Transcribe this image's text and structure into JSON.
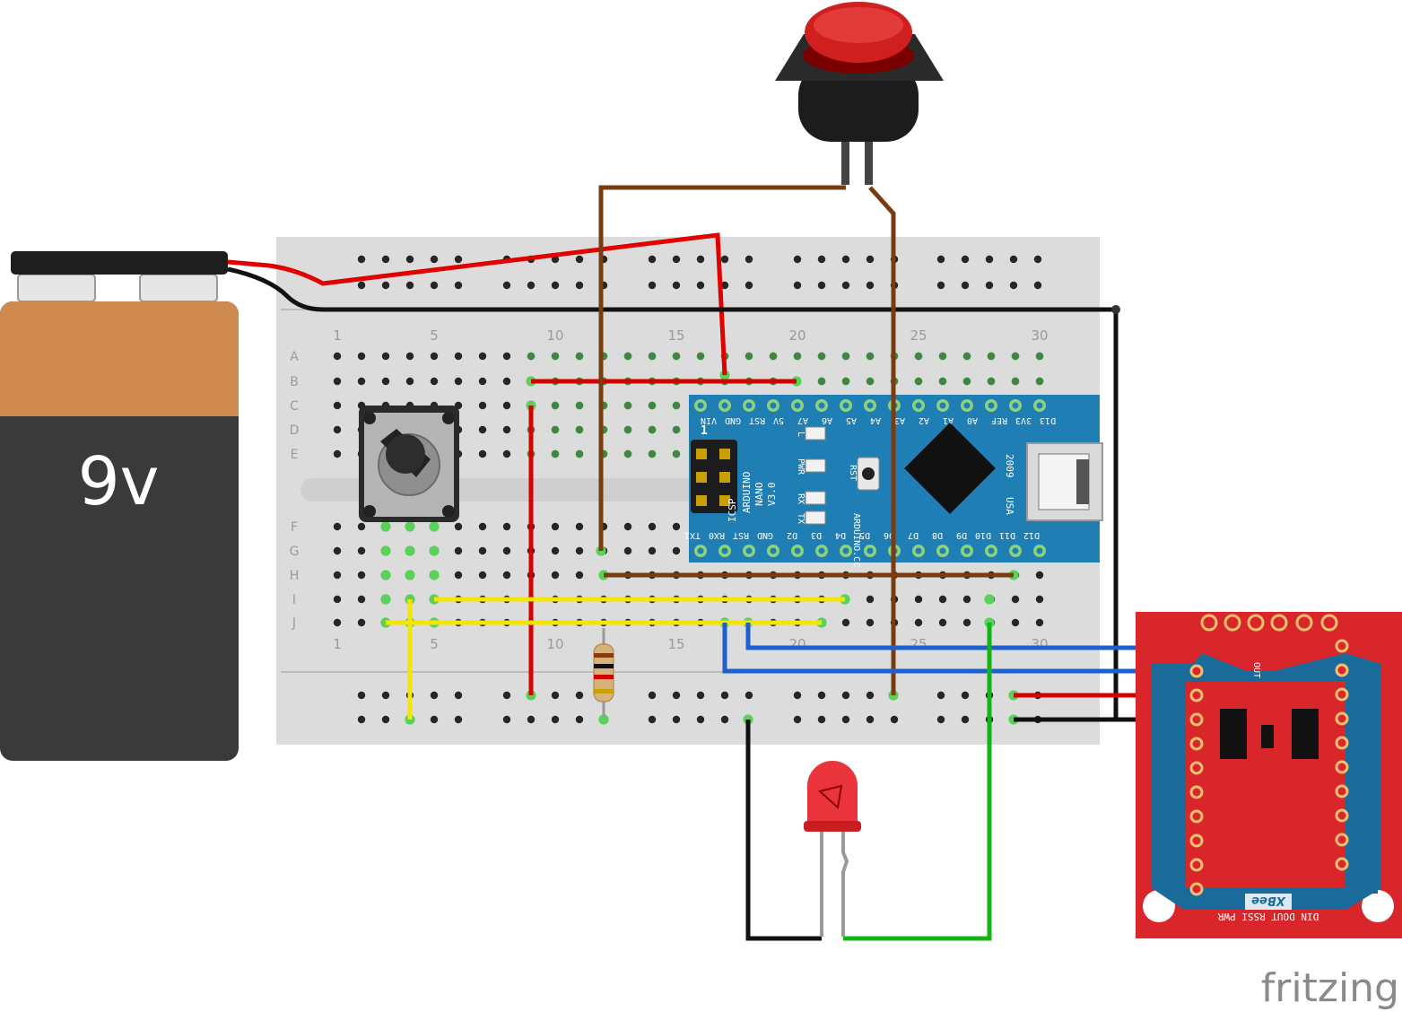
{
  "battery": {
    "label": "9v",
    "body_color": "#3a3a3a",
    "top_color": "#cf8a4f"
  },
  "breadboard": {
    "column_numbers": [
      "1",
      "5",
      "10",
      "15",
      "20",
      "25",
      "30"
    ],
    "row_letters_top": [
      "A",
      "B",
      "C",
      "D",
      "E"
    ],
    "row_letters_bottom": [
      "F",
      "G",
      "H",
      "I",
      "J"
    ]
  },
  "arduino": {
    "top_pins": [
      "VIN",
      "GND",
      "RST",
      "5V",
      "A7",
      "A6",
      "A5",
      "A4",
      "A3",
      "A2",
      "A1",
      "A0",
      "REF",
      "3V3",
      "D13"
    ],
    "bottom_pins": [
      "TX1",
      "RX0",
      "RST",
      "GND",
      "D2",
      "D3",
      "D4",
      "D5",
      "D6",
      "D7",
      "D8",
      "D9",
      "D10",
      "D11",
      "D12"
    ],
    "led_labels": [
      "L",
      "PWR",
      "RX",
      "TX"
    ],
    "icsp_label": "ICSP",
    "icsp_pin": "1",
    "rst_label": "RST",
    "name_lines": [
      "ARDUINO",
      "NANO",
      "V3.0"
    ],
    "site": "ARDUINO.CC",
    "year": "2009",
    "country": "USA",
    "color": "#1f7fb5"
  },
  "xbee": {
    "brand": "XBee",
    "pin_labels": "DIN DOUT RSSI PWR",
    "out_label": "OUT",
    "color": "#d8262a"
  },
  "wire_colors": {
    "red": "#d40000",
    "black": "#111111",
    "brown": "#7a3b10",
    "yellow": "#f5e600",
    "blue": "#1e5fd0",
    "green": "#13b513"
  },
  "watermark": "fritzing"
}
